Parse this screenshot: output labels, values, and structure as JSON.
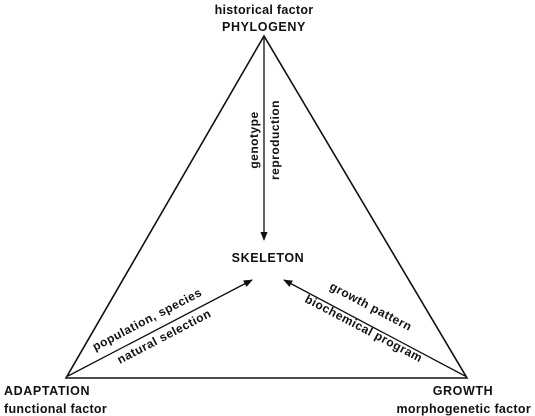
{
  "nodes": {
    "phylogeny": {
      "title": "PHYLOGENY",
      "subtitle": "historical factor"
    },
    "adaptation": {
      "title": "ADAPTATION",
      "subtitle": "functional factor"
    },
    "growth": {
      "title": "GROWTH",
      "subtitle": "morphogenetic factor"
    },
    "skeleton": {
      "title": "SKELETON"
    }
  },
  "edges": {
    "phylogeny_to_skeleton": {
      "line1": "genotype",
      "line2": "reproduction"
    },
    "adaptation_to_skeleton": {
      "line1": "population, species",
      "line2": "natural selection"
    },
    "growth_to_skeleton": {
      "line1": "growth pattern",
      "line2": "biochemical program"
    }
  }
}
